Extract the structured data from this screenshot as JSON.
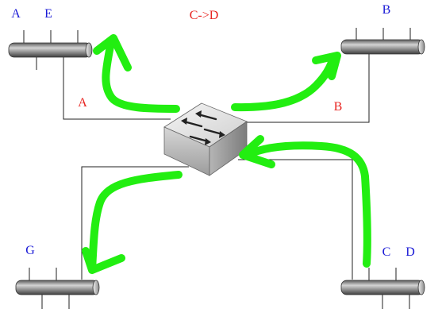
{
  "title": {
    "text": "C->D",
    "color": "#e8231f"
  },
  "hosts": {
    "A": {
      "label": "A",
      "color": "#1a1ad6"
    },
    "E": {
      "label": "E",
      "color": "#1a1ad6"
    },
    "B": {
      "label": "B",
      "color": "#1a1ad6"
    },
    "G": {
      "label": "G",
      "color": "#1a1ad6"
    },
    "C": {
      "label": "C",
      "color": "#1a1ad6"
    },
    "D": {
      "label": "D",
      "color": "#1a1ad6"
    }
  },
  "ports": {
    "A": {
      "label": "A",
      "color": "#e8231f"
    },
    "B": {
      "label": "B",
      "color": "#e8231f"
    }
  },
  "colors": {
    "arrow": "#22ee11",
    "wire": "#222222",
    "segment_body": "#a9a9a9",
    "segment_dark": "#4a4a4a",
    "switch_top": "#e8e8e8",
    "switch_side": "#bdbdbd"
  },
  "icons": {
    "switch": "lan-switch-icon",
    "segment": "ethernet-bus-icon"
  }
}
